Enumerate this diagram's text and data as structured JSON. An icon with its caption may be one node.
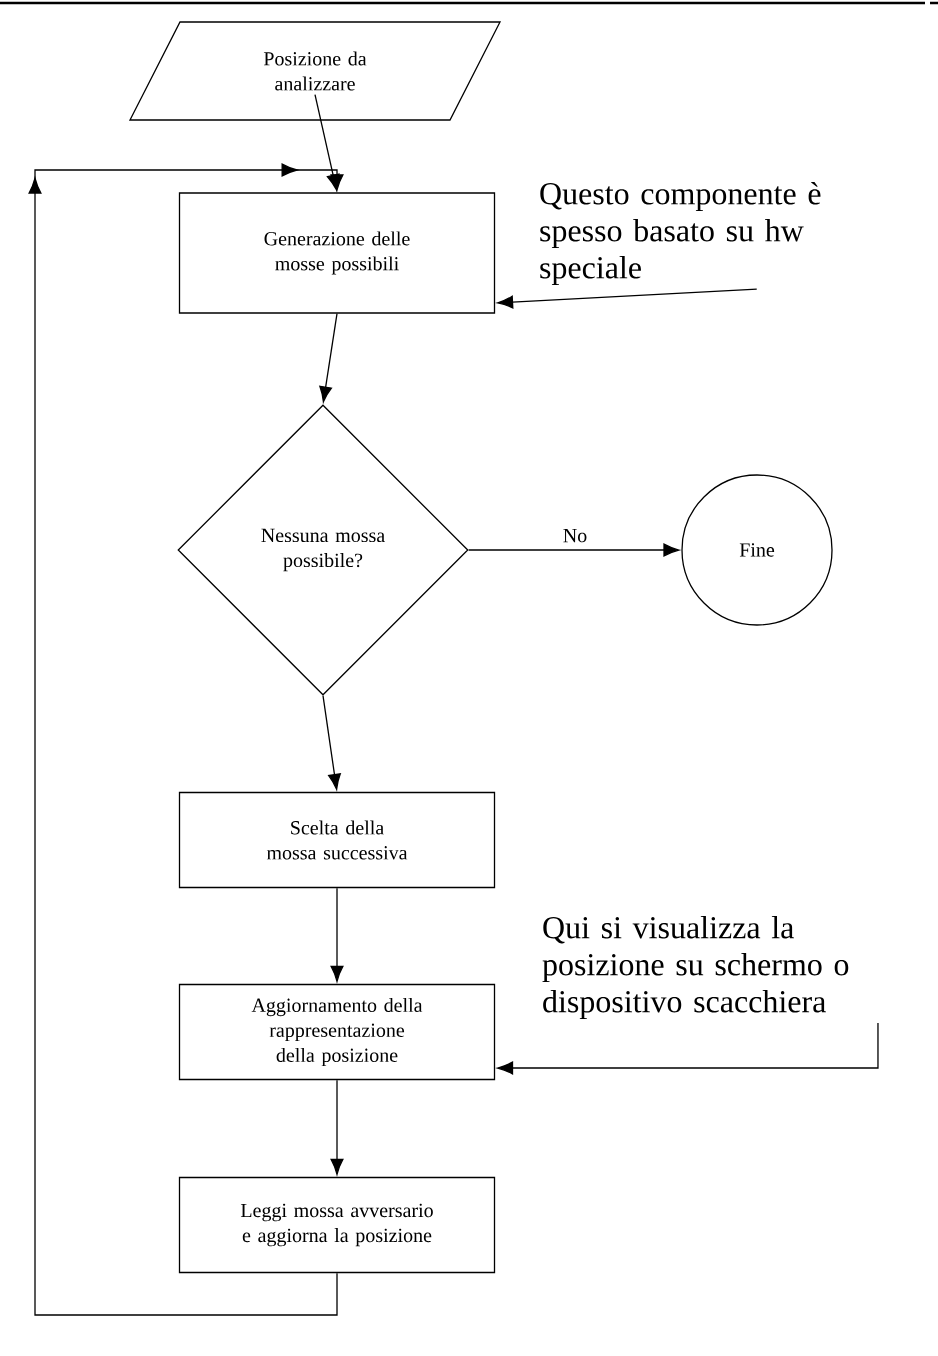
{
  "diagram": {
    "nodes": [
      {
        "text": [
          "Posizione da analizzare"
        ]
      },
      {
        "text": [
          "Generazione delle mosse possibili"
        ]
      },
      {
        "text": [
          "Nessuna mossa possibile?"
        ]
      },
      {
        "text": [
          "Fine"
        ]
      },
      {
        "text": [
          "Scelta della mossa successiva"
        ]
      },
      {
        "text": [
          "Aggiornamento della rappresentazione della posizione"
        ]
      },
      {
        "text": [
          "Leggi mossa avversario e aggiorna la posizione"
        ]
      },
      {
        "text": [
          "Questo componente è spesso basato su hw speciale"
        ]
      },
      {
        "text": [
          "Qui si visualizza la posizione su schermo o dispositivo scacchiera"
        ]
      }
    ],
    "edges": [
      {
        "from": 0,
        "to": 1,
        "arrow": "to"
      },
      {
        "from": 1,
        "to": 2,
        "arrow": "to"
      },
      {
        "from": 2,
        "to": 3,
        "arrow": "to",
        "label": "No"
      },
      {
        "from": 2,
        "to": 4,
        "arrow": "to"
      },
      {
        "from": 4,
        "to": 5,
        "arrow": "to"
      },
      {
        "from": 5,
        "to": 6,
        "arrow": "to"
      },
      {
        "from": 6,
        "to": 1,
        "arrow": "to"
      },
      {
        "from": 7,
        "to": 1,
        "arrow": "to"
      },
      {
        "from": 8,
        "to": 5,
        "arrow": "to"
      }
    ]
  }
}
